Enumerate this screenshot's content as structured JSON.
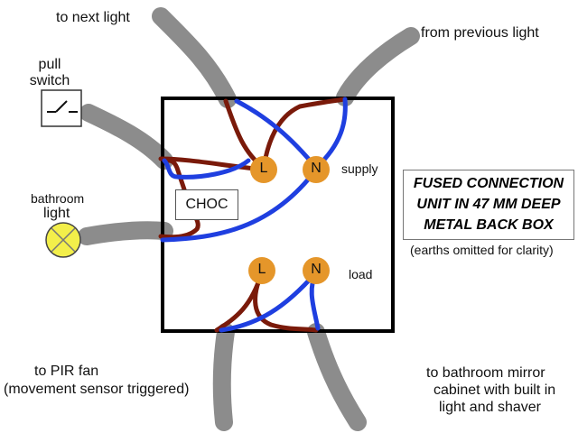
{
  "labels": {
    "to_next_light": "to next light",
    "from_previous_light": "from previous light",
    "pull_switch_line1": "pull",
    "pull_switch_line2": "switch",
    "bathroom_light_line1": "bathroom",
    "bathroom_light_line2": "light",
    "supply": "supply",
    "load": "load",
    "pir_line1": "to PIR fan",
    "pir_line2": "(movement sensor triggered)",
    "mirror_line1": "to bathroom mirror",
    "mirror_line2": "cabinet with built in",
    "mirror_line3": "light and shaver"
  },
  "terminals": {
    "supply_live": "L",
    "supply_neutral": "N",
    "load_live": "L",
    "load_neutral": "N"
  },
  "choc": "CHOC",
  "title": {
    "line1": "FUSED CONNECTION",
    "line2": "UNIT IN 47 MM DEEP",
    "line3": "METAL BACK BOX"
  },
  "note": "(earths omitted for clarity)",
  "colors": {
    "cable": "#8c8c8c",
    "live_wire": "#7a1a0a",
    "neutral_wire": "#1f3fe0",
    "terminal": "#e5962a",
    "lamp": "#f3ef4a",
    "box": "#000000"
  }
}
